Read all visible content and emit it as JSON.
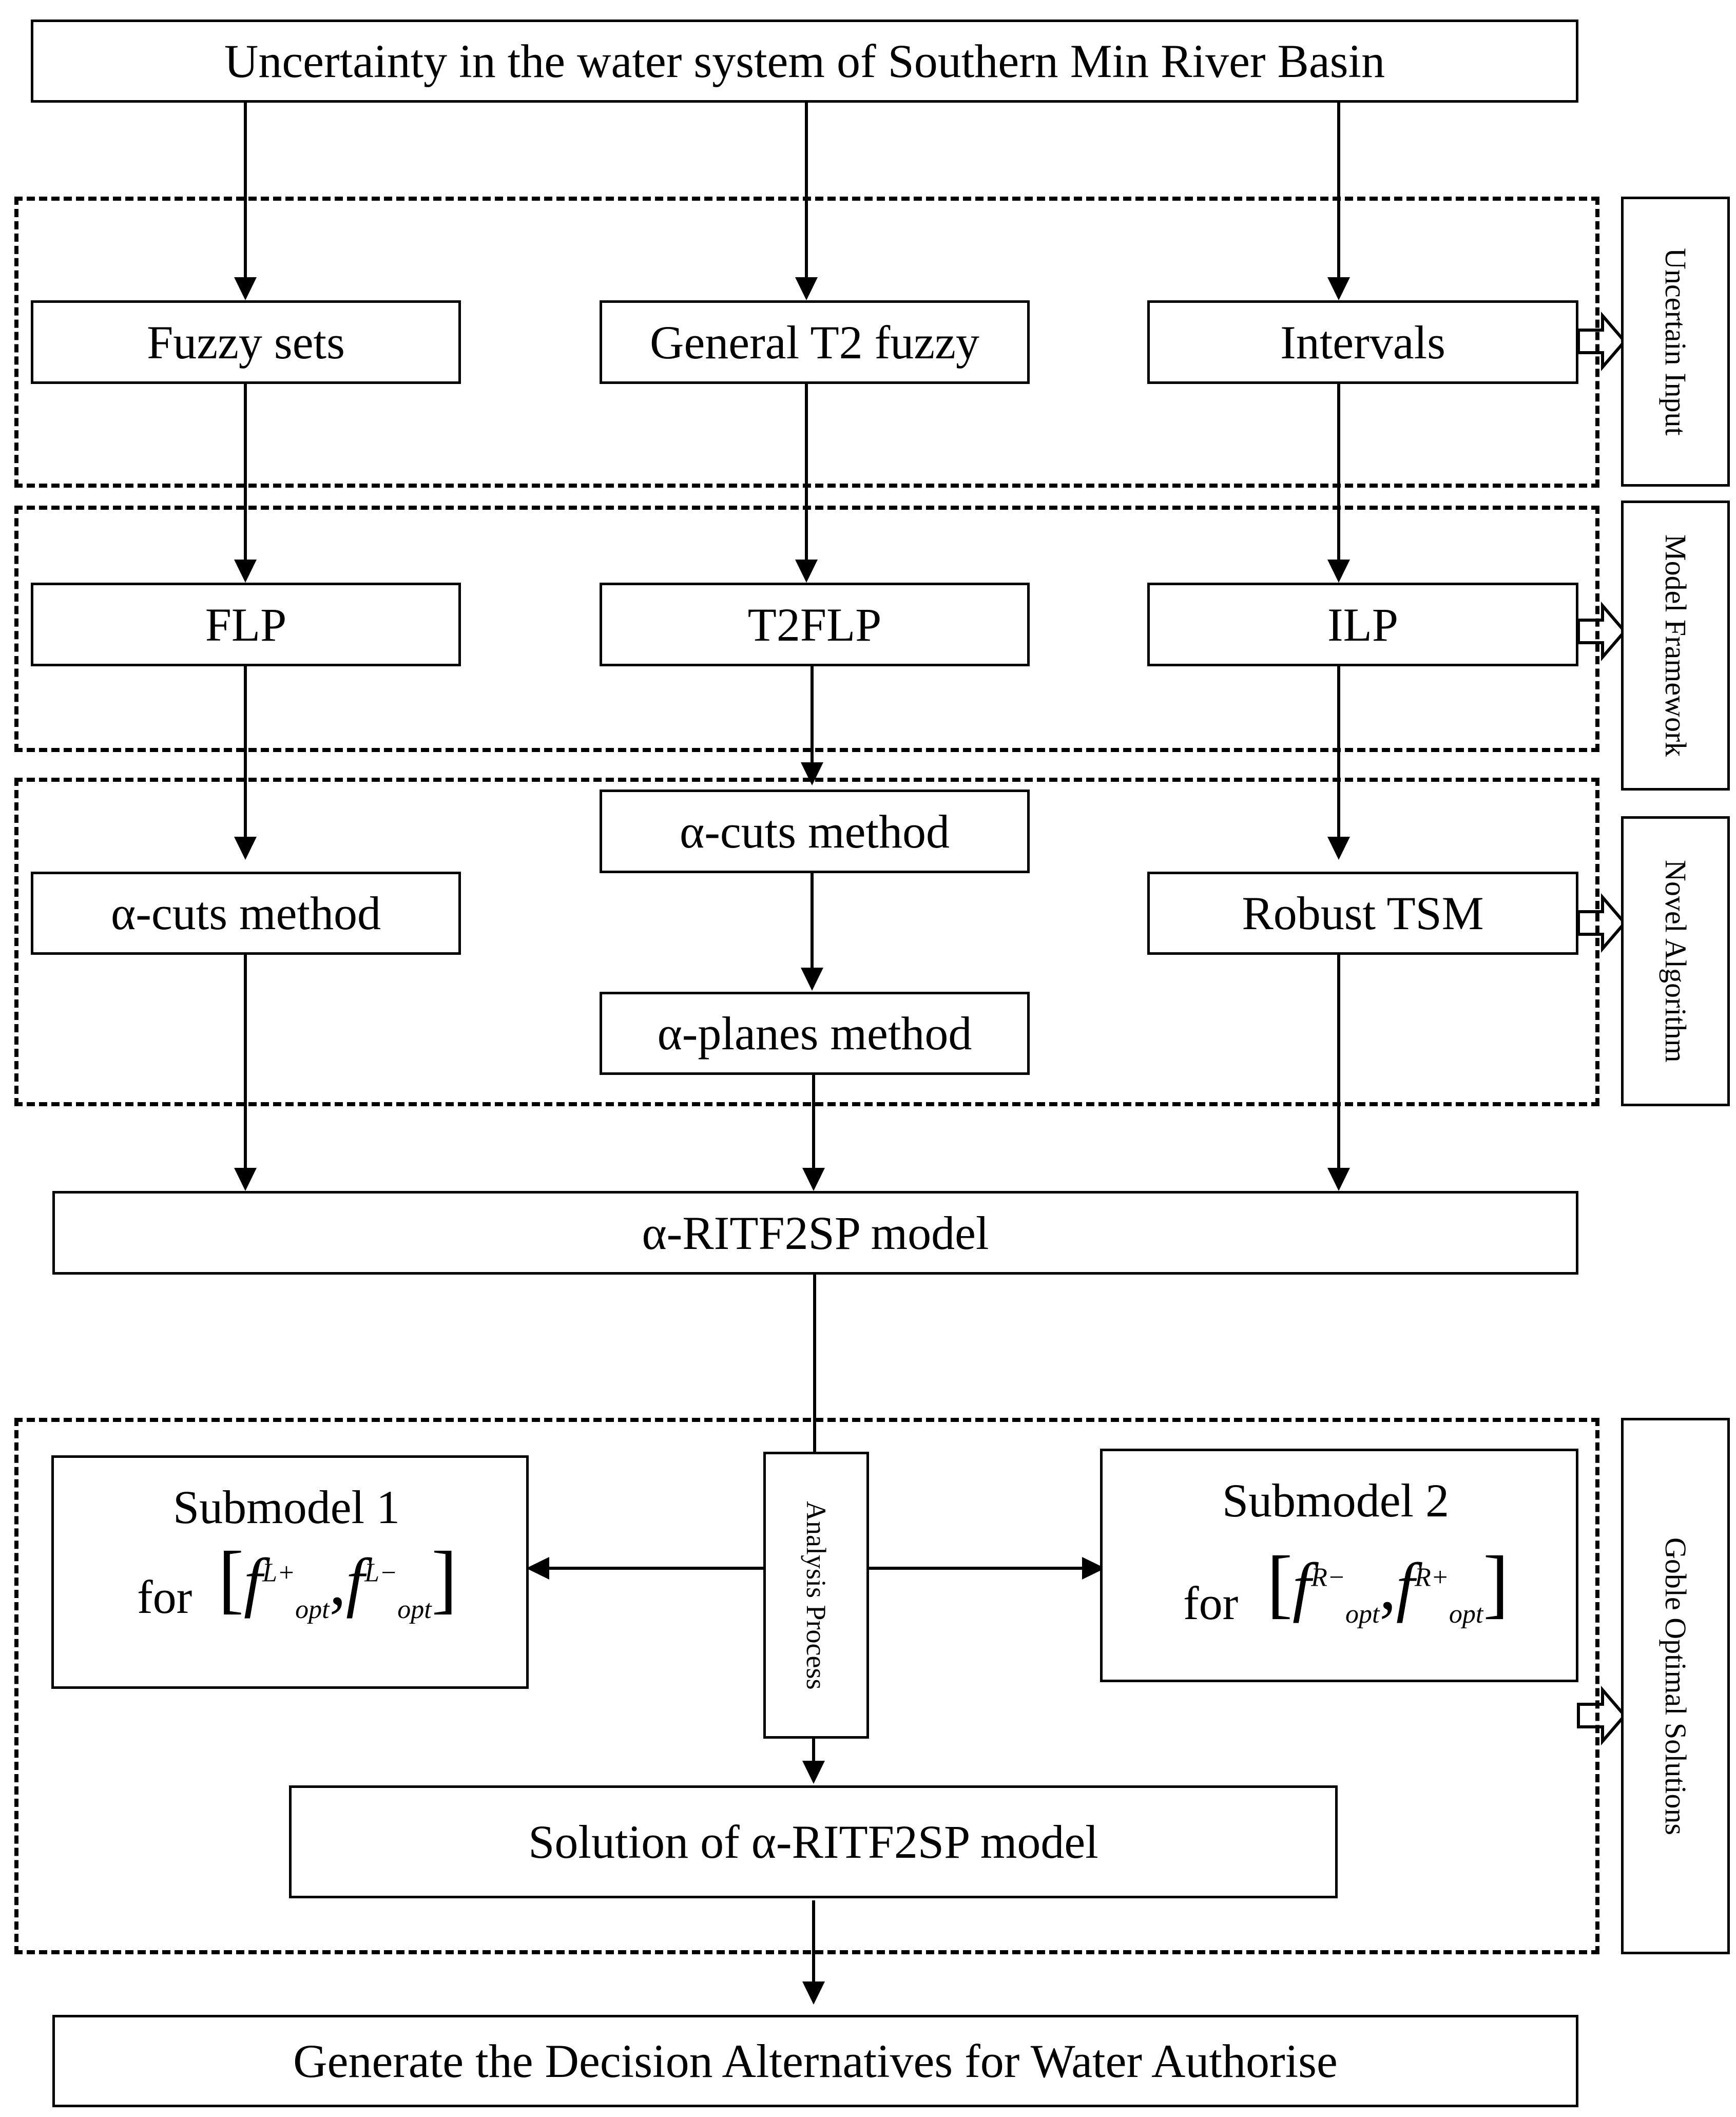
{
  "top": "Uncertainty in the water system of Southern Min River Basin",
  "inputs": {
    "left": "Fuzzy sets",
    "center": "General T2 fuzzy",
    "right": "Intervals"
  },
  "frameworks": {
    "left": "FLP",
    "center": "T2FLP",
    "right": "ILP"
  },
  "algorithms": {
    "left": "α-cuts method",
    "center_top": "α-cuts method",
    "center_bottom": "α-planes method",
    "right": "Robust TSM"
  },
  "model": "α-RITF2SP model",
  "submodel1": {
    "title": "Submodel 1",
    "for_label": "for",
    "base": "f",
    "subscript": "opt",
    "sup1": "L+",
    "sup2": "L−"
  },
  "submodel2": {
    "title": "Submodel 2",
    "for_label": "for",
    "base": "f",
    "subscript": "opt",
    "sup1": "R−",
    "sup2": "R+"
  },
  "analysis": "Analysis Process",
  "solution": "Solution of α-RITF2SP model",
  "final": "Generate the Decision Alternatives for Water Authorise",
  "side_labels": {
    "uncertain_input": "Uncertain Input",
    "model_framework": "Model Framework",
    "novel_algorithm": "Novel Algorithm",
    "optimal_solutions": "Goble Optimal Solutions"
  }
}
